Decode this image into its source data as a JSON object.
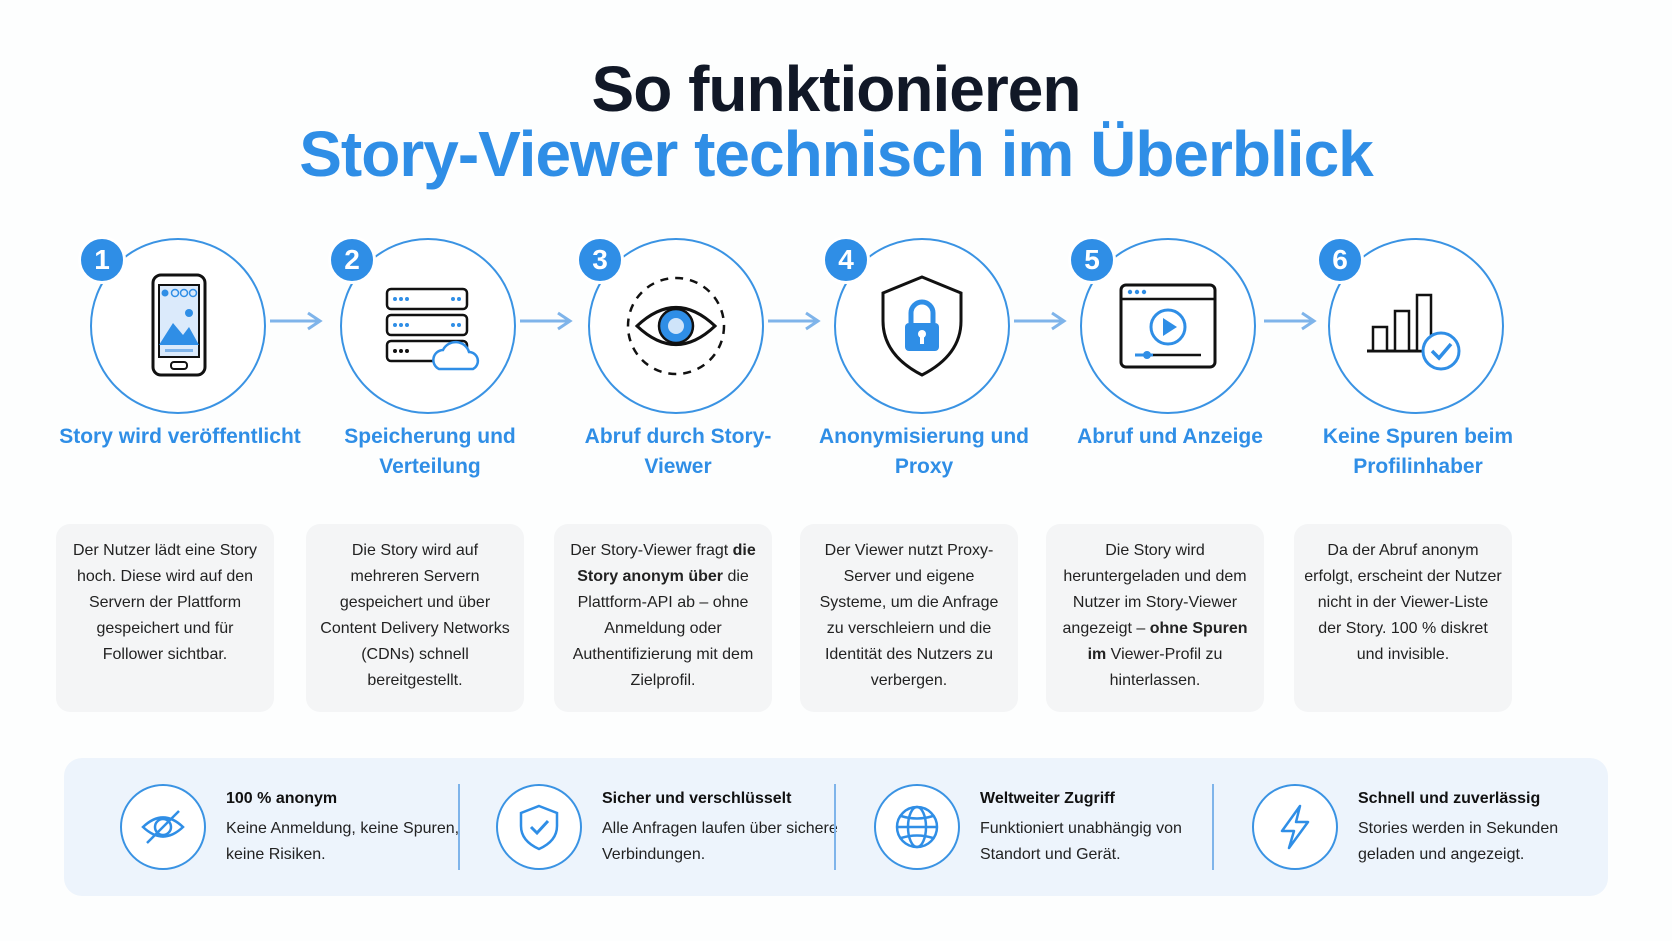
{
  "header": {
    "title_line1": "So funktionieren",
    "title_line2": "Story-Viewer technisch im Überblick"
  },
  "steps": [
    {
      "number": "1",
      "title": "Story wird veröffentlicht",
      "icon": "smartphone-icon",
      "text_html": "Der Nutzer lädt eine Story hoch. Diese wird auf den Servern der Plattform gespeichert und für Follower sichtbar."
    },
    {
      "number": "2",
      "title": "Speicherung und Verteilung",
      "icon": "server-cloud-icon",
      "text_html": "Die Story wird auf mehreren Servern gespeichert und über Content Delivery Networks (CDNs) schnell bereitgestellt."
    },
    {
      "number": "3",
      "title": "Abruf durch Story-Viewer",
      "icon": "eye-icon",
      "text_html": "Der Story-Viewer fragt <b>die Story anonym über</b> die Plattform-API ab – ohne Anmeldung oder Authentifizierung mit dem Zielprofil."
    },
    {
      "number": "4",
      "title": "Anonymisierung und Proxy",
      "icon": "shield-lock-icon",
      "text_html": "Der Viewer nutzt Proxy-Server und eigene Systeme, um die Anfrage zu verschleiern und die Identität des Nutzers zu verbergen."
    },
    {
      "number": "5",
      "title": "Abruf und Anzeige",
      "icon": "video-player-icon",
      "text_html": "Die Story wird heruntergeladen und dem Nutzer im Story-Viewer angezeigt – <b>ohne Spuren im</b> Viewer-Profil zu hinterlassen."
    },
    {
      "number": "6",
      "title": "Keine Spuren beim Profilinhaber",
      "icon": "bar-chart-check-icon",
      "text_html": "Da der Abruf anonym erfolgt, erscheint der Nutzer nicht in der Viewer-Liste der Story. 100 % diskret und invisible."
    }
  ],
  "features": [
    {
      "title": "100 % anonym",
      "text": "Keine Anmeldung, keine Spuren, keine Risiken.",
      "icon": "eye-off-icon"
    },
    {
      "title": "Sicher und verschlüsselt",
      "text": "Alle Anfragen laufen über sichere Verbindungen.",
      "icon": "shield-check-icon"
    },
    {
      "title": "Weltweiter Zugriff",
      "text": "Funktioniert unabhängig von Standort und Gerät.",
      "icon": "globe-icon"
    },
    {
      "title": "Schnell und zuverlässig",
      "text": "Stories werden in Sekunden geladen und angezeigt.",
      "icon": "lightning-icon"
    }
  ],
  "colors": {
    "accent": "#2f8ee6",
    "dark": "#111827",
    "card": "#f4f5f6",
    "panel": "#edf4fc"
  }
}
